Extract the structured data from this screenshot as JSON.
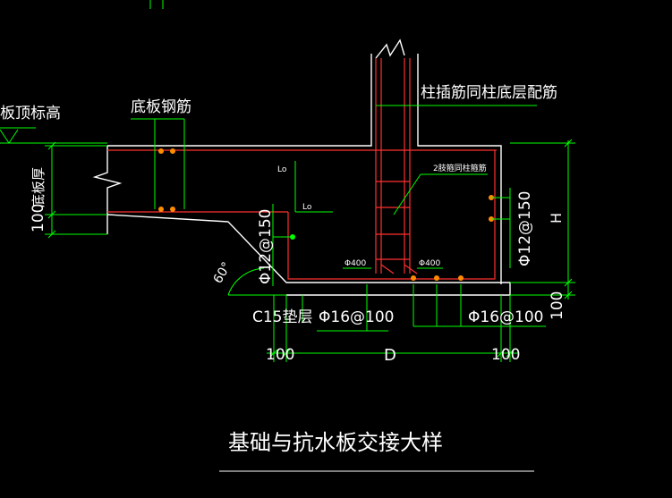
{
  "drawing": {
    "title": "基础与抗水板交接大样",
    "colors": {
      "background": "#000000",
      "concrete_outline": "#ffffff",
      "dimension": "#00ff00",
      "rebar": "#ff3030",
      "rebar_dot": "#ff8c00",
      "text": "#ffffff"
    },
    "labels": {
      "top_elevation": "板顶标高",
      "slab_rebar": "底板钢筋",
      "slab_thickness": "底板厚",
      "column_dowel": "柱插筋同柱底层配筋",
      "stirrups": "2肢箍同柱箍筋",
      "lo_upper": "Lo",
      "lo_lower": "Lo",
      "bar_left": "Φ400",
      "bar_right": "Φ400",
      "angle": "60°",
      "slope_rebar": "Φ12@150",
      "side_rebar": "Φ12@150",
      "h_dim": "H",
      "d_dim": "D",
      "cushion": "C15垫层",
      "bottom_rebar_left": "Φ16@100",
      "bottom_rebar_right": "Φ16@100",
      "dim_100_left_slab": "100",
      "dim_100_right": "100",
      "dim_100_bottom_left": "100",
      "dim_100_bottom_right": "100"
    }
  }
}
